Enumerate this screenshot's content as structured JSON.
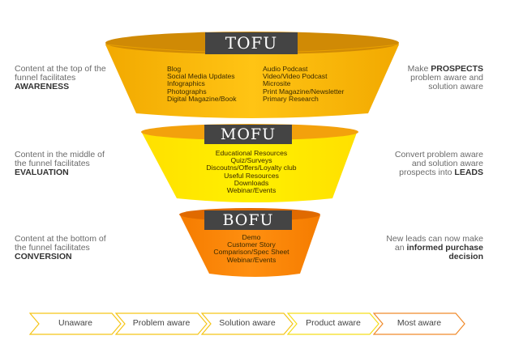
{
  "funnel": {
    "tofu": {
      "label": "TOFU",
      "items_left": [
        "Blog",
        "Social Media Updates",
        "Infographics",
        "Photographs",
        "Digital Magazine/Book"
      ],
      "items_right": [
        "Audio Podcast",
        "Video/Video Podcast",
        "Microsite",
        "Print Magazine/Newsletter",
        "Primary Research"
      ],
      "left_text": [
        "Content at the top of the",
        "funnel facilitates"
      ],
      "left_bold": "AWARENESS",
      "right_pre": "Make ",
      "right_bold": "PROSPECTS",
      "right_lines": [
        "problem aware and",
        "solution aware"
      ],
      "color_body": "#f7b500",
      "color_rim": "#d48a00"
    },
    "mofu": {
      "label": "MOFU",
      "items": [
        "Educational Resources",
        "Quiz/Surveys",
        "Discoutns/Offers/Loyalty club",
        "Useful Resources",
        "Downloads",
        "Webinar/Events"
      ],
      "left_text": [
        "Content in the middle of",
        "the funnel facilitates"
      ],
      "left_bold": "EVALUATION",
      "right_lines": [
        "Convert problem aware",
        "and solution aware"
      ],
      "right_last_pre": "prospects into ",
      "right_bold": "LEADS",
      "color_body": "#ffe100",
      "color_rim": "#f5a100"
    },
    "bofu": {
      "label": "BOFU",
      "items": [
        "Demo",
        "Customer Story",
        "Comparison/Spec Sheet",
        "Webinar/Events"
      ],
      "left_text": [
        "Content at the bottom of",
        "the funnel facilitates"
      ],
      "left_bold": "CONVERSION",
      "right_line1": "New leads can now make",
      "right_pre": "an ",
      "right_bold": "informed purchase",
      "right_bold2": "decision",
      "color_body": "#f7800a",
      "color_rim": "#e06a00"
    }
  },
  "stages": [
    {
      "label": "Unaware",
      "color": "#f5c518"
    },
    {
      "label": "Problem aware",
      "color": "#f5c518"
    },
    {
      "label": "Solution aware",
      "color": "#f5c518"
    },
    {
      "label": "Product aware",
      "color": "#f5dd1a"
    },
    {
      "label": "Most aware",
      "color": "#f08a2a"
    }
  ]
}
